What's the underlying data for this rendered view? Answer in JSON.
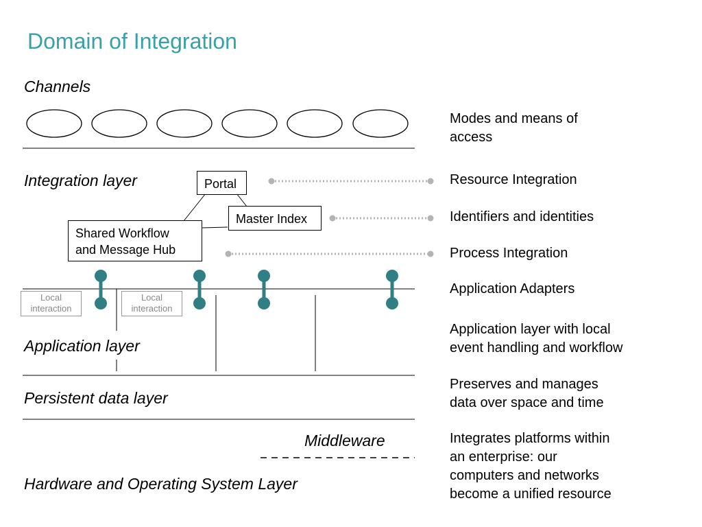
{
  "title": "Domain of Integration",
  "layers": {
    "channels": "Channels",
    "integration": "Integration layer",
    "application": "Application layer",
    "persistent": "Persistent data layer",
    "middleware": "Middleware",
    "hardware": "Hardware and Operating System Layer"
  },
  "components": {
    "portal": "Portal",
    "master_index": "Master Index",
    "hub_line1": "Shared Workflow",
    "hub_line2": "and Message Hub",
    "local_interaction_line1": "Local",
    "local_interaction_line2": "interaction"
  },
  "descriptions": {
    "modes_1": "Modes and means of",
    "modes_2": "access",
    "resource": "Resource Integration",
    "identifiers": "Identifiers and identities",
    "process": "Process Integration",
    "adapters": "Application Adapters",
    "app_1": "Application layer with local",
    "app_2": "event handling and workflow",
    "persist_1": "Preserves and manages",
    "persist_2": "data over space and time",
    "platform_1": "Integrates platforms within",
    "platform_2": "an enterprise: our",
    "platform_3": "computers and networks",
    "platform_4": "become a unified resource"
  },
  "colors": {
    "title": "#3aa0a8",
    "adapter": "#2f7f84",
    "connector": "#b3b3b3"
  }
}
